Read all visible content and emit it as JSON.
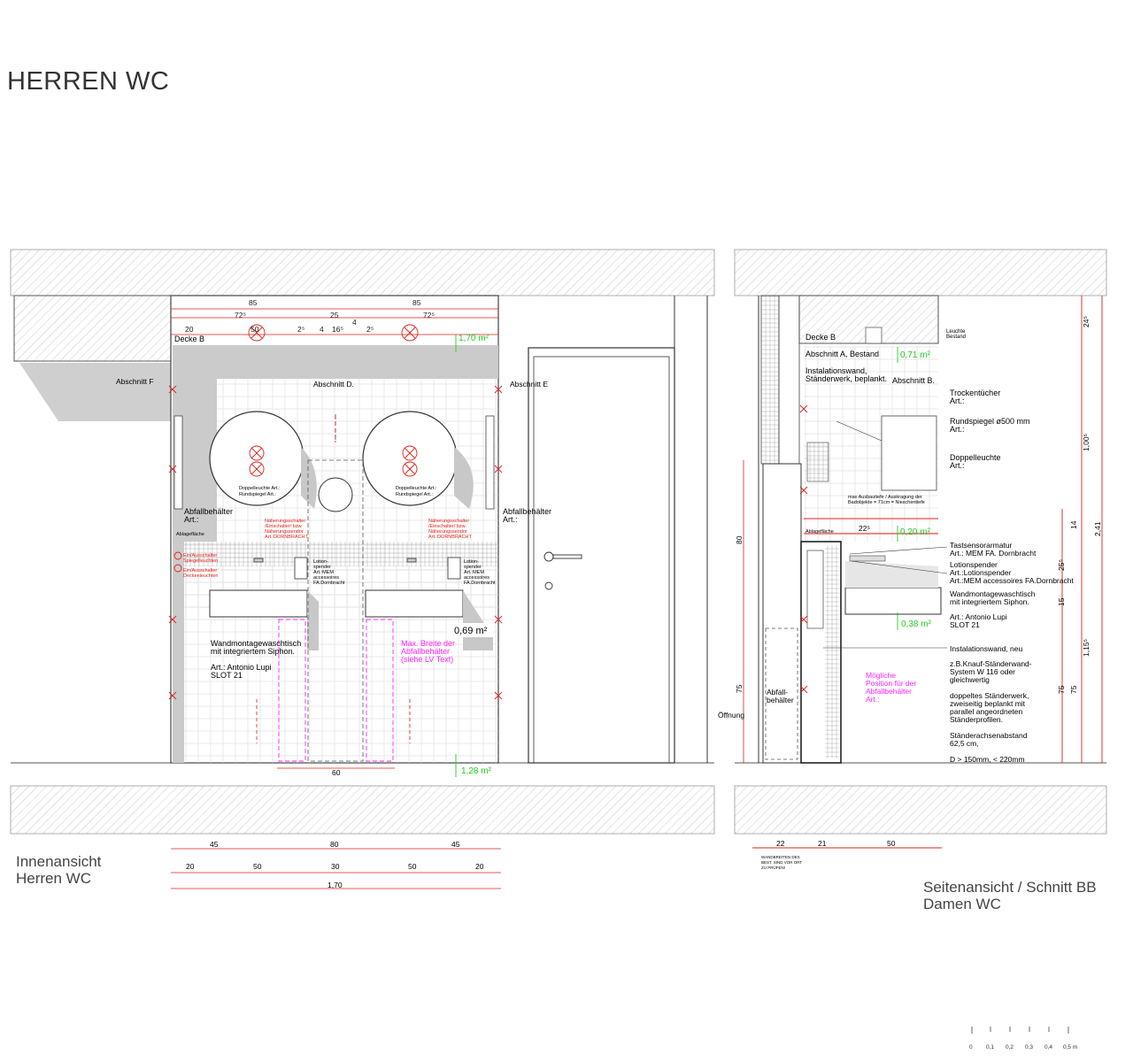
{
  "title": "HERREN WC",
  "captions": {
    "left_line1": "Innenansicht",
    "left_line2": "Herren WC",
    "right_line1": "Seitenansicht / Schnitt BB",
    "right_line2": "Damen WC"
  },
  "left_view": {
    "top_dims": {
      "a": "85",
      "b": "85",
      "c": "72⁵",
      "d": "25",
      "e": "72⁵",
      "f": "20",
      "g": "50",
      "h": "2⁵",
      "i": "4",
      "j": "16⁵",
      "k": "4",
      "l": "2⁵"
    },
    "decke": "Decke B",
    "area_top": "1,70 m²",
    "abschnitt_f": "Abschnitt F",
    "abschnitt_d": "Abschnitt D.",
    "abschnitt_e": "Abschnitt E",
    "mirror_label_l1": "Doppelleuchte Art.:",
    "mirror_label_l2": "Rundspiegel Art.:",
    "abfall_left_1": "Abfallbehälter",
    "abfall_left_2": "Art.:",
    "abfall_right_1": "Abfallbehälter",
    "abfall_right_2": "Art.:",
    "ablageflaeche": "Ablagefläche",
    "sensor_1": "Näherungsschalter",
    "sensor_2": "/Einschalter/ bzw.",
    "sensor_3": "Näherungssendor",
    "sensor_4": "Art.:DORNBRACHT",
    "switch_1": "Ein/Ausschalter",
    "switch_2": "Spiegelleuchten",
    "switch_3": "Ein/Ausschalter",
    "switch_4": "Deckenleuchten",
    "lotion_1": "Lotion-",
    "lotion_2": "spender",
    "lotion_3": "Art.:MEM",
    "lotion_4": "accessoires",
    "lotion_5": "FA.Dornbracht",
    "area_mid": "0,69 m²",
    "basin_1": "Wandmontagewaschtisch",
    "basin_2": "mit integriertem Siphon.",
    "basin_3": "Art.: Antonio Lupi",
    "basin_4": "SLOT 21",
    "bin_max_1": "Max. Breite  der",
    "bin_max_2": "Abfallbehälter",
    "bin_max_3": "(siehe LV Text)",
    "dim_60": "60",
    "area_bottom": "1,28 m²",
    "bottom_dims_row1": [
      "45",
      "80",
      "45"
    ],
    "bottom_dims_row2": [
      "20",
      "50",
      "30",
      "50",
      "20"
    ],
    "bottom_dim_total": "1,70"
  },
  "right_view": {
    "leuchte_1": "Leuchte",
    "leuchte_2": "Bestand",
    "decke": "Decke B",
    "abschnitt_a": "Abschnitt A, Bestand",
    "area_1": "0,71 m²",
    "instal_1": "Instalationswand,",
    "instal_2": "Ständerwerk, beplankt.",
    "abschnitt_b": "Abschnitt B.",
    "trocken_1": "Trockentücher",
    "trocken_2": "Art.:",
    "spiegel_1": "Rundspiegel ø500 mm",
    "spiegel_2": "Art.:",
    "doppel_1": "Doppelleuchte",
    "doppel_2": "Art.:",
    "max_1": "max Ausbautiefe / Auskragung der",
    "max_2": "Badobjekte = 71cm = Nieschentiefe",
    "ablage": "Ablagefläche",
    "dim_225": "22⁵",
    "area_2": "0,20 m²",
    "taster_1": "Tastsensorarmatur",
    "taster_2": "Art.: MEM FA. Dornbracht",
    "lotion_1": "Lotionspender",
    "lotion_2": "Art.:Lotionspender",
    "lotion_3": "Art.:MEM accessoires FA.Dornbracht",
    "wasch_1": "Wandmontagewaschtisch",
    "wasch_2": "mit integriertem Siphon.",
    "area_3": "0,38 m²",
    "lupi_1": "Art.: Antonio Lupi",
    "lupi_2": "SLOT 21",
    "neu": "Instalationswand, neu",
    "knauf_1": "z.B.Knauf-Ständerwand-",
    "knauf_2": "System W 116 oder",
    "knauf_3": "gleichwertig",
    "dopp_1": "doppeltes Ständerwerk,",
    "dopp_2": "zweiseitig beplankt mit",
    "dopp_3": "parallel angeordneten",
    "dopp_4": "Ständerprofilen.",
    "achs_1": "Ständerachsenabstand",
    "achs_2": "62,5 cm,",
    "d_range": "D > 150mm, < 220mm",
    "pos_1": "Mögliche",
    "pos_2": "Position für der",
    "pos_3": "Abfallbehälter",
    "pos_4": "Art.:",
    "abfall_1": "Abfall-",
    "abfall_2": "behälter",
    "oeffnung": "Öffnung",
    "v80": "80",
    "v75": "75",
    "v245": "24⁵",
    "v1005": "1,00⁵",
    "v241": "2,41",
    "v14": "14",
    "v255": "25⁵",
    "v15": "15",
    "v1155": "1,15⁵",
    "v75b": "75",
    "v75c": "75",
    "bottom_dims": [
      "22",
      "21",
      "50"
    ],
    "note_1": "WANDBREITEN DES",
    "note_2": "BEST. SIND VOR ORT",
    "note_3": "ZU PRÜFEN!"
  },
  "scale_bar": [
    "0",
    "0,1",
    "0,2",
    "0,3",
    "0,4",
    "0,5 m"
  ],
  "colors": {
    "dim_red": "#e0201a",
    "area_green": "#22cc22",
    "magenta": "#ff22ff",
    "shade": "#c8c8c8",
    "hatch": "#b8b8b8"
  }
}
